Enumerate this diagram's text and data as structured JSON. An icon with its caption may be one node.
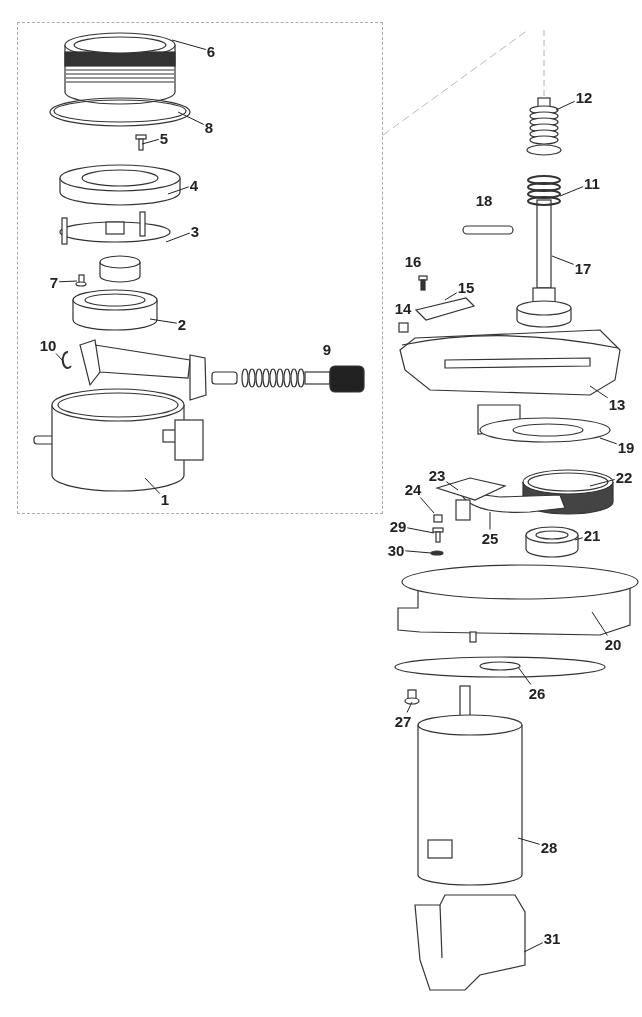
{
  "diagram": {
    "nodes": [
      {
        "text": [],
        "shape": "box"
      },
      {
        "text": [
          "6"
        ],
        "in": 0
      },
      {
        "text": [
          "8"
        ],
        "in": 0
      },
      {
        "text": [
          "5"
        ],
        "in": 0
      },
      {
        "text": [
          "4"
        ],
        "in": 0
      },
      {
        "text": [
          "3"
        ],
        "in": 0
      },
      {
        "text": [
          "7"
        ],
        "in": 0
      },
      {
        "text": [
          "2"
        ],
        "in": 0
      },
      {
        "text": [
          "10"
        ],
        "in": 0
      },
      {
        "text": [
          "1"
        ],
        "in": 0
      },
      {
        "text": [
          "12"
        ]
      },
      {
        "text": [
          "11"
        ]
      },
      {
        "text": [
          "17"
        ]
      },
      {
        "text": [
          "15"
        ]
      },
      {
        "text": [
          "13"
        ]
      },
      {
        "text": [
          "19"
        ]
      },
      {
        "text": [
          "23"
        ]
      },
      {
        "text": [
          "22"
        ]
      },
      {
        "text": [
          "24"
        ]
      },
      {
        "text": [
          "29"
        ]
      },
      {
        "text": [
          "25"
        ]
      },
      {
        "text": [
          "21"
        ]
      },
      {
        "text": [
          "30"
        ]
      },
      {
        "text": [
          "20"
        ]
      },
      {
        "text": [
          "26"
        ]
      },
      {
        "text": [
          "27"
        ]
      },
      {
        "text": [
          "28"
        ]
      },
      {
        "text": [
          "31"
        ]
      }
    ],
    "edges": [
      {
        "from": 1,
        "to": null,
        "arrow": "none"
      },
      {
        "from": 2,
        "to": null,
        "arrow": "none"
      },
      {
        "from": 3,
        "to": null,
        "arrow": "none"
      },
      {
        "from": 4,
        "to": null,
        "arrow": "none"
      },
      {
        "from": 5,
        "to": null,
        "arrow": "none"
      },
      {
        "from": 6,
        "to": null,
        "arrow": "none"
      },
      {
        "from": 7,
        "to": null,
        "arrow": "none"
      },
      {
        "from": 8,
        "to": null,
        "arrow": "none"
      },
      {
        "from": 9,
        "to": null,
        "arrow": "none"
      },
      {
        "from": 10,
        "to": null,
        "arrow": "none"
      },
      {
        "from": 11,
        "to": null,
        "arrow": "none"
      },
      {
        "from": 12,
        "to": null,
        "arrow": "none"
      },
      {
        "from": 13,
        "to": null,
        "arrow": "none"
      },
      {
        "from": 14,
        "to": null,
        "arrow": "none"
      },
      {
        "from": 15,
        "to": null,
        "arrow": "none"
      },
      {
        "from": 16,
        "to": null,
        "arrow": "none"
      },
      {
        "from": 17,
        "to": null,
        "arrow": "none"
      },
      {
        "from": 18,
        "to": null,
        "arrow": "none"
      },
      {
        "from": 19,
        "to": null,
        "arrow": "none"
      },
      {
        "from": 20,
        "to": null,
        "arrow": "none"
      },
      {
        "from": 21,
        "to": null,
        "arrow": "none"
      },
      {
        "from": 22,
        "to": null,
        "arrow": "none"
      },
      {
        "from": 23,
        "to": null,
        "arrow": "none"
      },
      {
        "from": 24,
        "to": null,
        "arrow": "none"
      },
      {
        "from": 25,
        "to": null,
        "arrow": "none"
      },
      {
        "from": 26,
        "to": null,
        "arrow": "none"
      },
      {
        "from": 27,
        "to": null,
        "arrow": "none"
      }
    ],
    "labels": [
      "9",
      "18",
      "16",
      "14"
    ]
  }
}
